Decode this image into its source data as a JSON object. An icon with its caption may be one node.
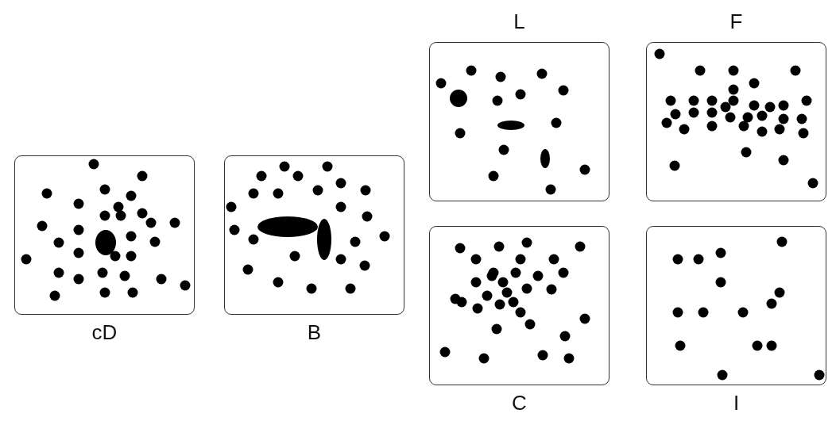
{
  "diagram": {
    "nodes": [
      {
        "text": [
          "L"
        ]
      },
      {
        "text": [
          "F"
        ]
      },
      {
        "text": [
          "cD"
        ]
      },
      {
        "text": [
          "B"
        ]
      },
      {
        "text": [
          "C"
        ]
      },
      {
        "text": [
          "I"
        ]
      }
    ]
  }
}
